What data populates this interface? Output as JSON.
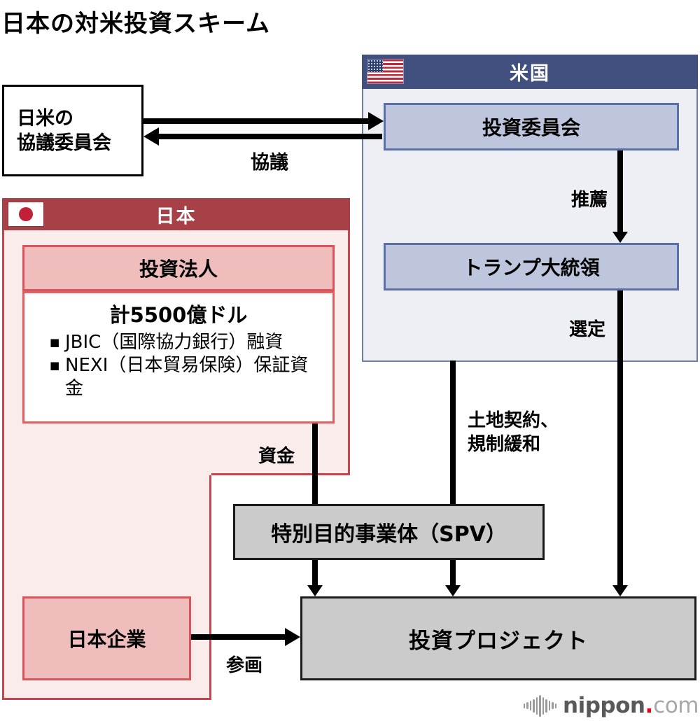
{
  "title": "日本の対米投資スキーム",
  "us_panel": {
    "header": "米国",
    "committee_box": "投資委員会",
    "president_box": "トランプ大統領",
    "label_recommendation": "推薦",
    "label_selection": "選定",
    "label_land_line1": "土地契約、",
    "label_land_line2": "規制緩和"
  },
  "consultation": {
    "box_line1": "日米の",
    "box_line2": "協議委員会",
    "label": "協議"
  },
  "japan_panel": {
    "header": "日本",
    "corp_box": "投資法人",
    "funding": {
      "total": "計5500億ドル",
      "bullet_marker": "■",
      "bullets": [
        "JBIC（国際協力銀行）融資",
        "NEXI（日本貿易保険）保証資金"
      ]
    },
    "label_funds": "資金",
    "companies_box": "日本企業",
    "label_participation": "参画"
  },
  "spv_box": "特別目的事業体（SPV）",
  "project_box": "投資プロジェクト",
  "logo": {
    "name": "nippon",
    "dot": ".",
    "tld": "com"
  },
  "colors": {
    "us_header": "#41507e",
    "us_border": "#6e7ba6",
    "us_body": "#edeff5",
    "us_box_fill": "#bec6de",
    "us_box_border": "#5b6fa8",
    "jp_header": "#a84048",
    "jp_panel_border": "#c9454e",
    "jp_body": "#faeceb",
    "jp_box_fill": "#f0bdbd",
    "jp_box_border": "#d9545c",
    "white_box_border": "#e0605f",
    "gray_fill": "#cbcbcb",
    "gray_border": "#1a1a1a",
    "arrow": "#000000",
    "logo_gray": "#595959",
    "logo_light": "#a8a8a8",
    "logo_red": "#e60012"
  }
}
